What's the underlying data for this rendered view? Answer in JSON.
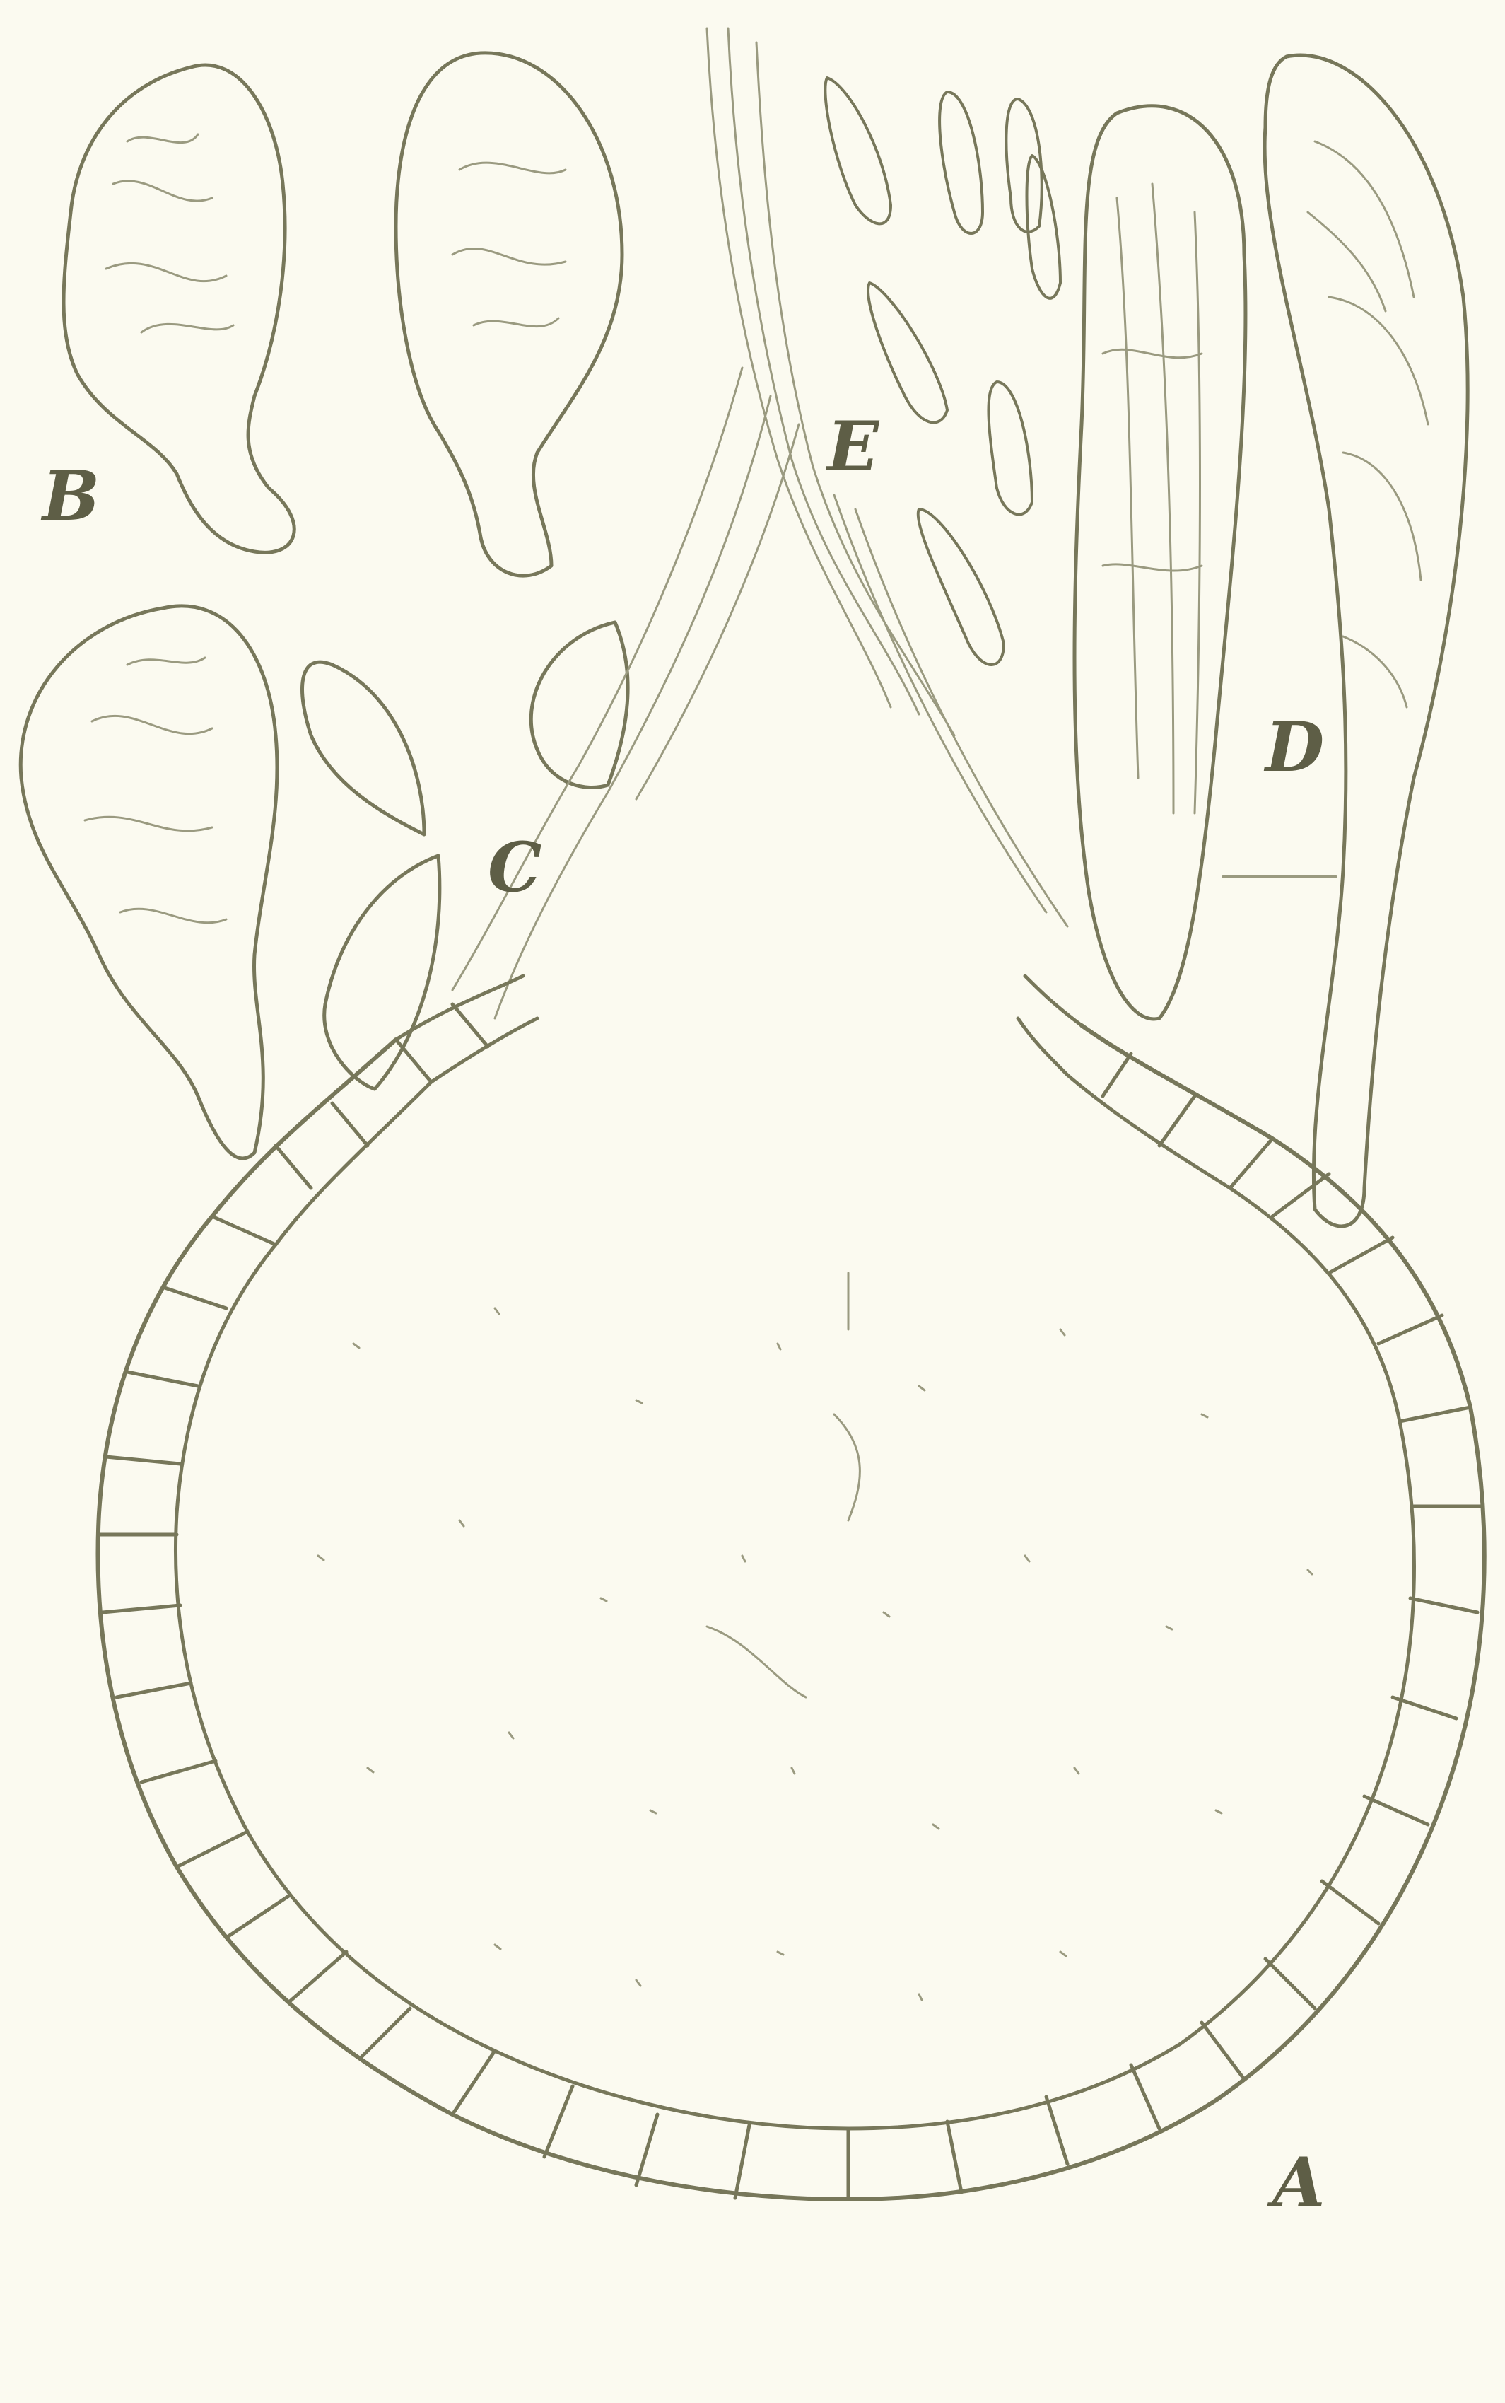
{
  "figure": {
    "labels": {
      "a": "A",
      "b": "B",
      "c": "C",
      "d": "D",
      "e": "E"
    }
  },
  "colors": {
    "paper": "#fbfaf0",
    "ink": "#77775a",
    "ink_faint": "#9a9a80",
    "label": "#5e5e46"
  }
}
